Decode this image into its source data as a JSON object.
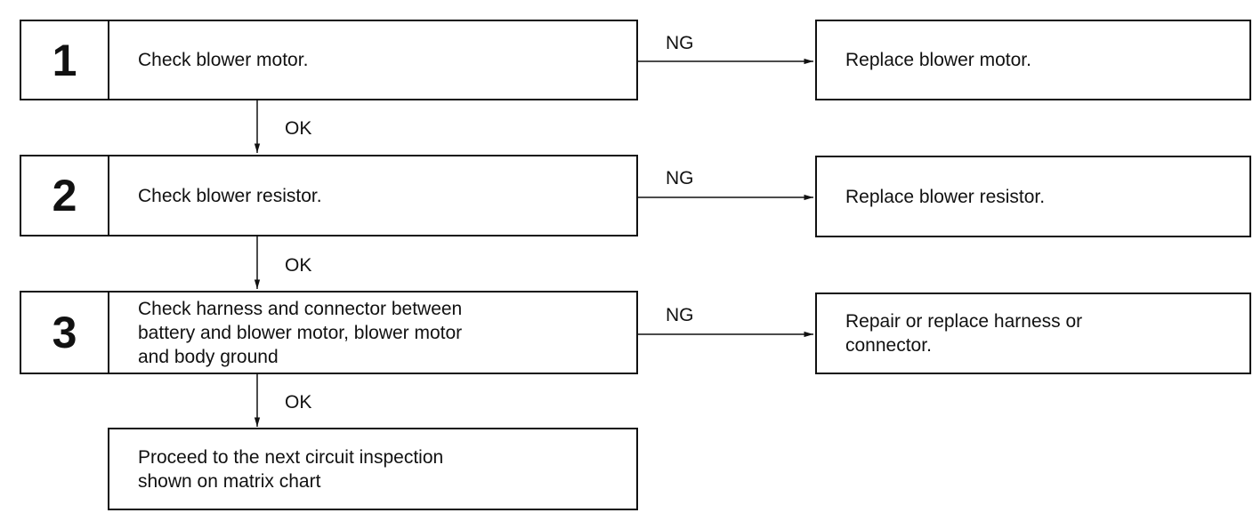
{
  "steps": [
    {
      "number": "1",
      "text": "Check blower motor.",
      "ng_label": "NG",
      "ng_result": "Replace blower motor.",
      "ok_label": "OK"
    },
    {
      "number": "2",
      "text": "Check blower resistor.",
      "ng_label": "NG",
      "ng_result": "Replace blower resistor.",
      "ok_label": "OK"
    },
    {
      "number": "3",
      "text": "Check harness and connector between\nbattery and blower motor, blower motor\nand body ground",
      "ng_label": "NG",
      "ng_result": "Repair or replace harness or\nconnector.",
      "ok_label": "OK"
    }
  ],
  "final_step": "Proceed to the next circuit inspection\nshown on matrix chart"
}
